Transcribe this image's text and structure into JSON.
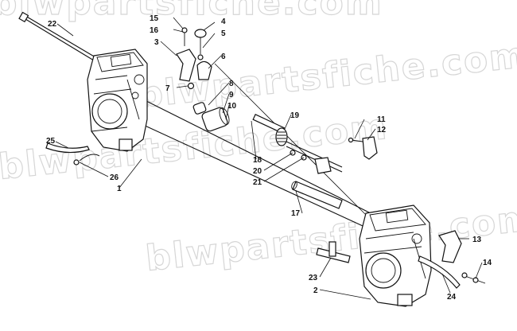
{
  "diagram": {
    "watermarks": [
      "blwpartsfiche.com",
      "blwpartsfiche.com",
      "blwpartsfiche.com",
      "blwpartsfiche.com"
    ],
    "callouts": [
      {
        "id": "c1",
        "text": "1"
      },
      {
        "id": "c2",
        "text": "2"
      },
      {
        "id": "c3",
        "text": "3"
      },
      {
        "id": "c4",
        "text": "4"
      },
      {
        "id": "c5",
        "text": "5"
      },
      {
        "id": "c6",
        "text": "6"
      },
      {
        "id": "c7",
        "text": "7"
      },
      {
        "id": "c8",
        "text": "8"
      },
      {
        "id": "c9",
        "text": "9"
      },
      {
        "id": "c10",
        "text": "10"
      },
      {
        "id": "c11",
        "text": "11"
      },
      {
        "id": "c12",
        "text": "12"
      },
      {
        "id": "c13",
        "text": "13"
      },
      {
        "id": "c14",
        "text": "14"
      },
      {
        "id": "c15",
        "text": "15"
      },
      {
        "id": "c16",
        "text": "16"
      },
      {
        "id": "c17",
        "text": "17"
      },
      {
        "id": "c18",
        "text": "18"
      },
      {
        "id": "c19",
        "text": "19"
      },
      {
        "id": "c20",
        "text": "20"
      },
      {
        "id": "c21",
        "text": "21"
      },
      {
        "id": "c22",
        "text": "22"
      },
      {
        "id": "c23",
        "text": "23"
      },
      {
        "id": "c24",
        "text": "24"
      },
      {
        "id": "c25",
        "text": "25"
      },
      {
        "id": "c26",
        "text": "26"
      }
    ]
  }
}
